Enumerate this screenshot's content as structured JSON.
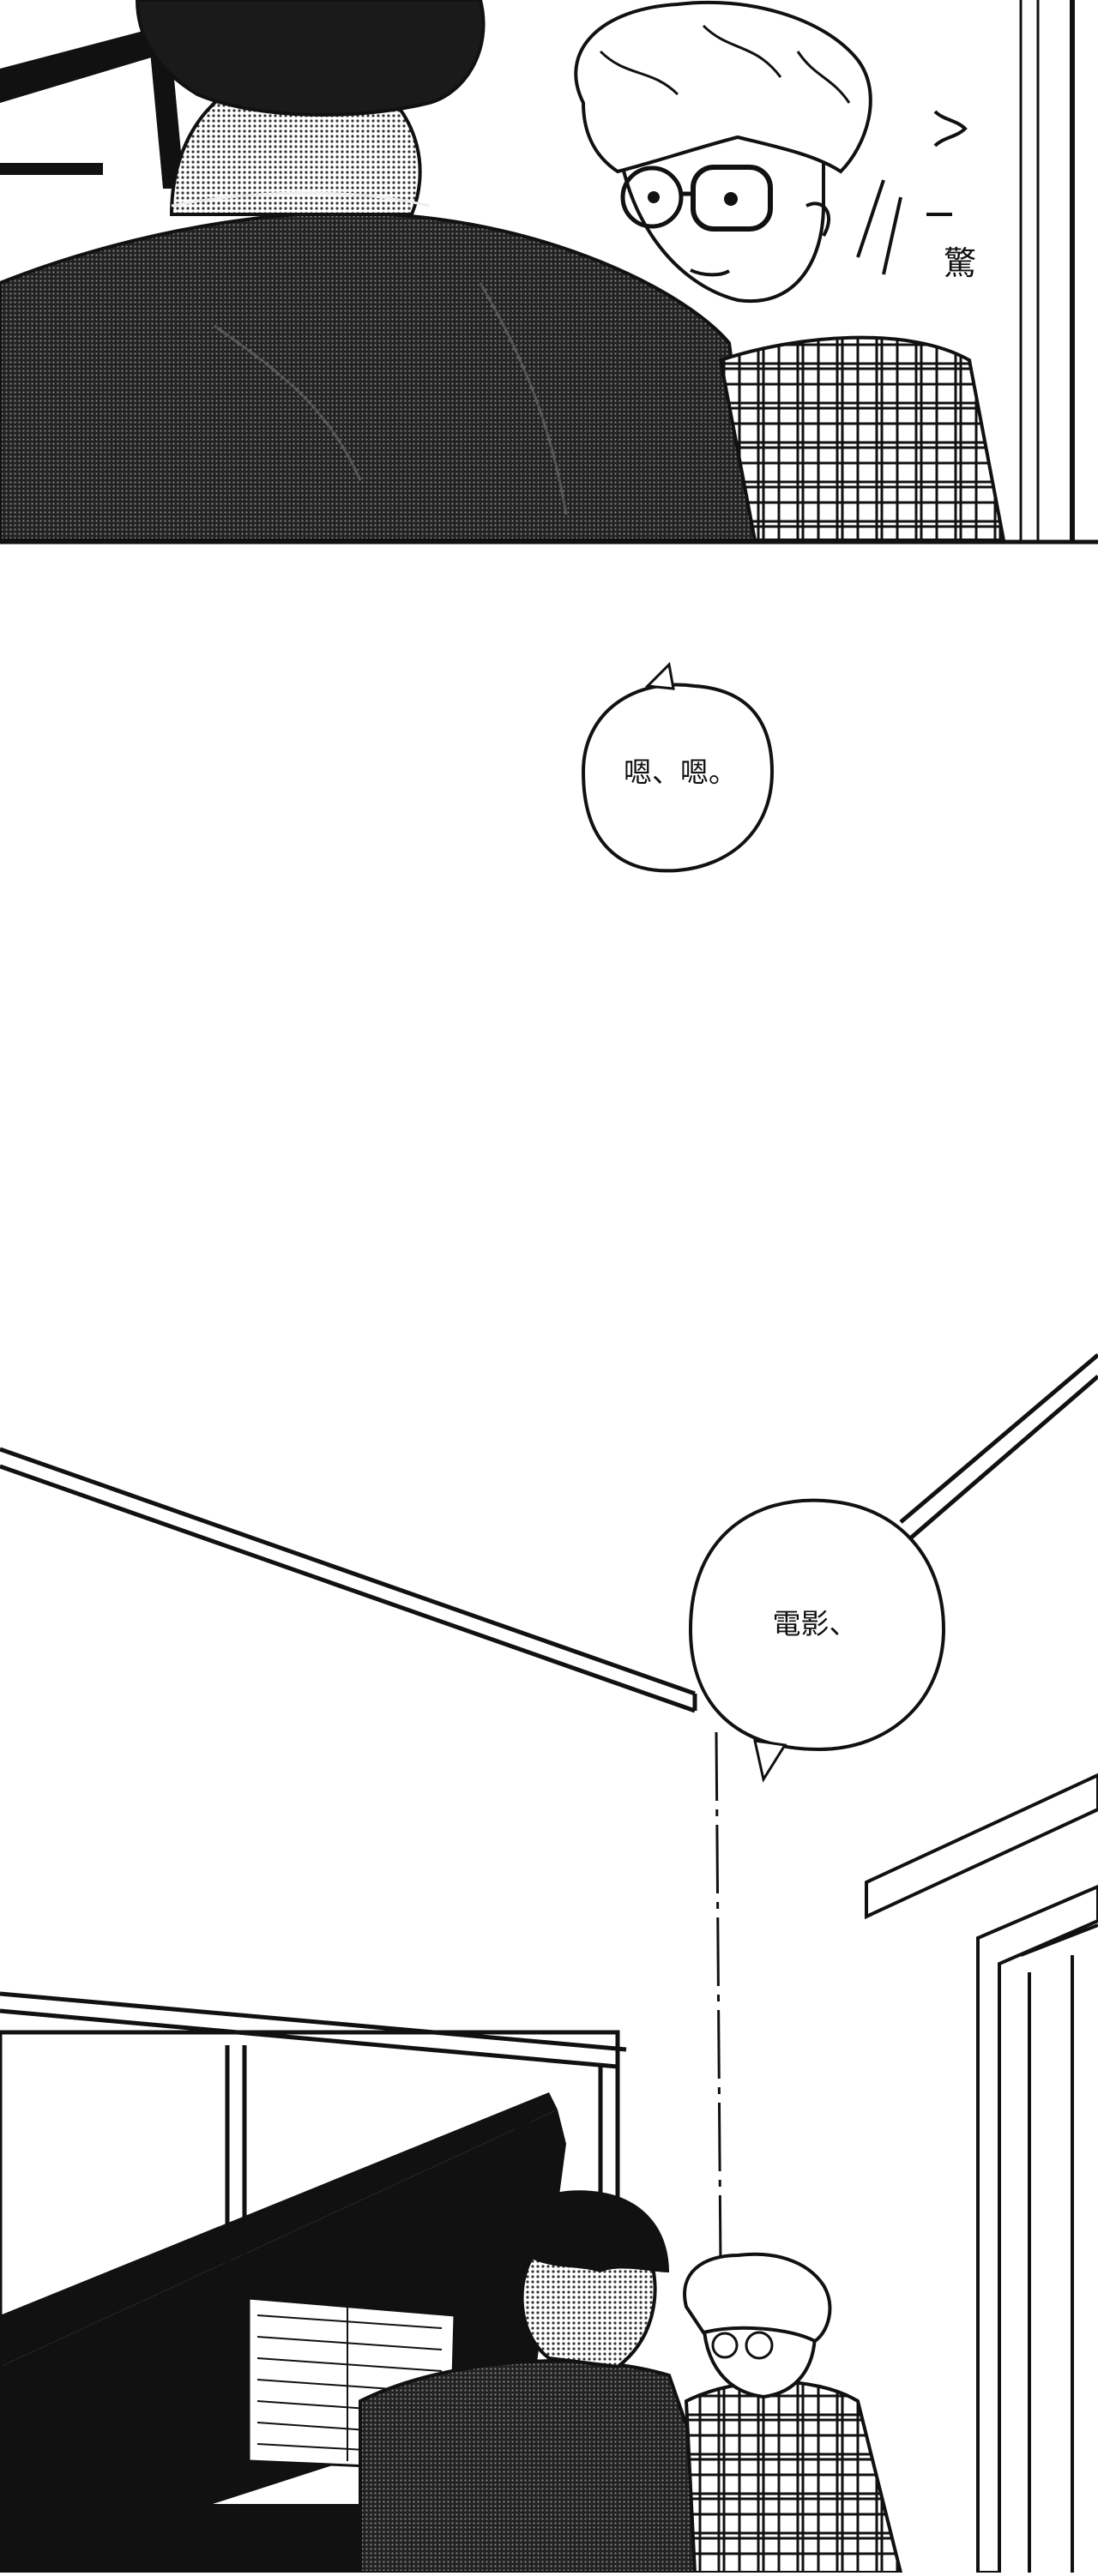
{
  "panels": [
    {
      "id": "panel-1",
      "sfx": "驚"
    },
    {
      "id": "panel-2",
      "speech": "嗯、嗯。"
    },
    {
      "id": "panel-3",
      "speech": "電影、"
    }
  ],
  "colors": {
    "ink": "#111111",
    "paper": "#ffffff",
    "screentone": "#8a8a8a"
  }
}
